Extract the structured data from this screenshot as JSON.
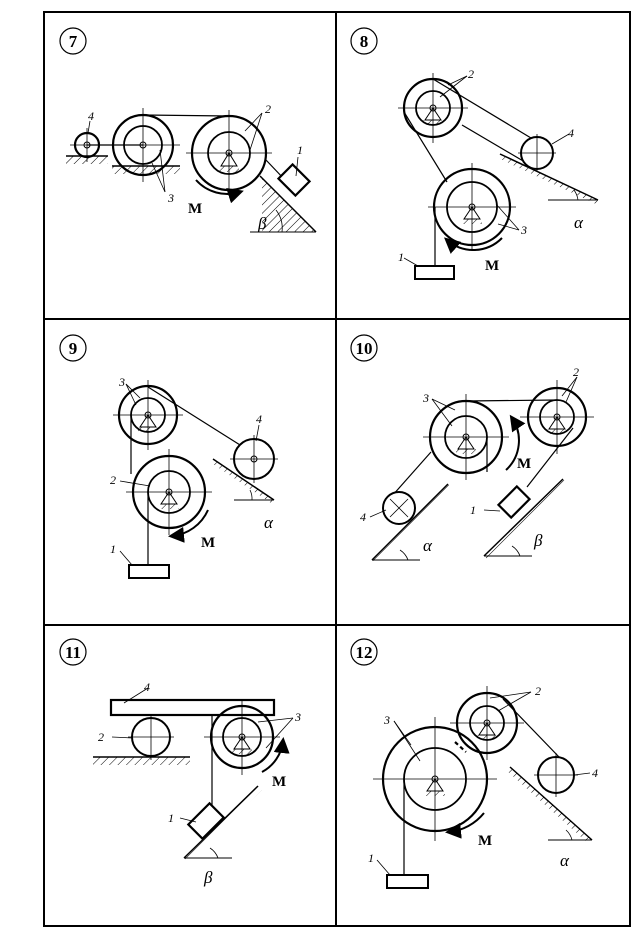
{
  "panels": [
    {
      "number": "7",
      "labels": {
        "l1": "1",
        "l2": "2",
        "l3": "3",
        "l4": "4",
        "moment": "M",
        "angle": "β"
      }
    },
    {
      "number": "8",
      "labels": {
        "l1": "1",
        "l2": "2",
        "l3": "3",
        "l4": "4",
        "moment": "M",
        "angle": "α"
      }
    },
    {
      "number": "9",
      "labels": {
        "l1": "1",
        "l2": "2",
        "l3": "3",
        "l4": "4",
        "moment": "M",
        "angle": "α"
      }
    },
    {
      "number": "10",
      "labels": {
        "l1": "1",
        "l2": "2",
        "l3": "3",
        "l4": "4",
        "moment": "M",
        "angle1": "α",
        "angle2": "β"
      }
    },
    {
      "number": "11",
      "labels": {
        "l1": "1",
        "l2": "2",
        "l3": "3",
        "l4": "4",
        "moment": "M",
        "angle": "β"
      }
    },
    {
      "number": "12",
      "labels": {
        "l1": "1",
        "l2": "2",
        "l3": "3",
        "l4": "4",
        "moment": "M",
        "angle": "α"
      }
    }
  ]
}
